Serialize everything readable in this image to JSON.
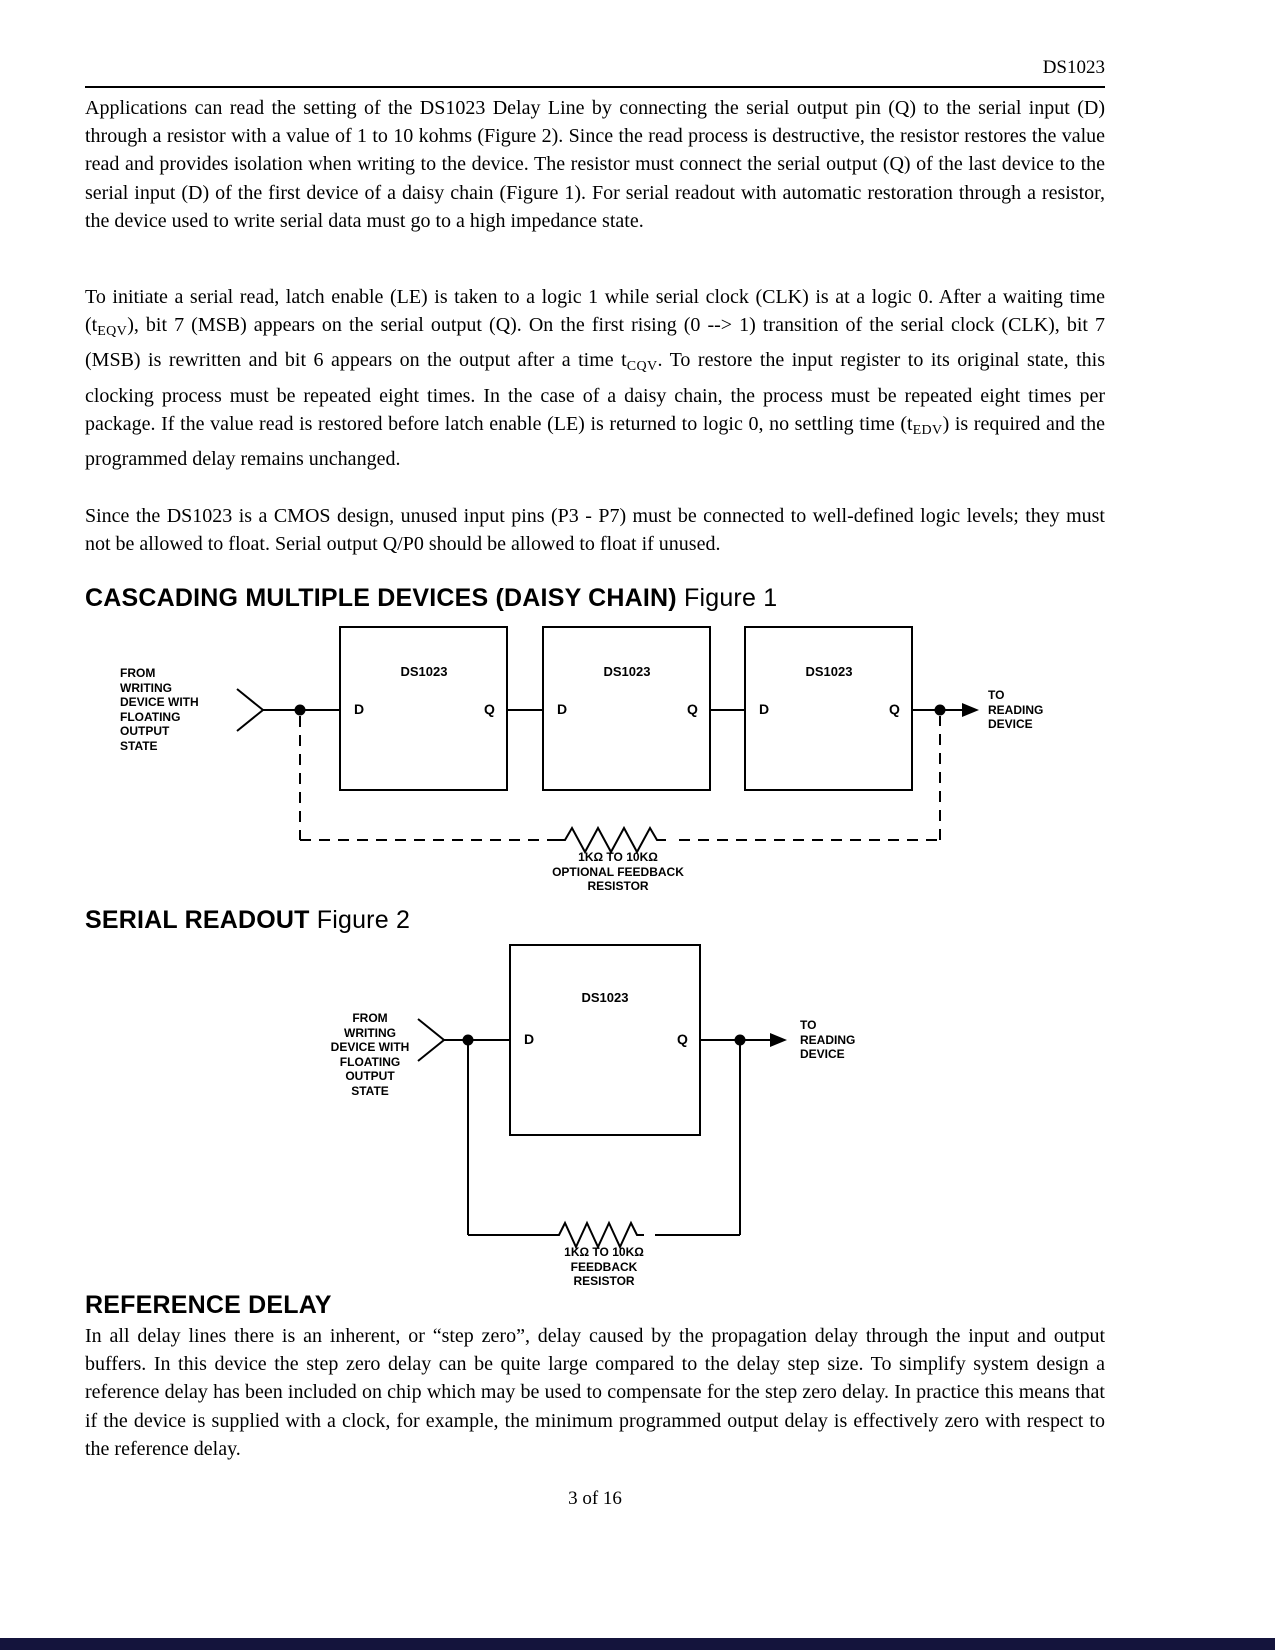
{
  "header": {
    "doc_id": "DS1023"
  },
  "paragraphs": {
    "p1": "Applications can read the setting of the DS1023 Delay Line by connecting the serial output pin (Q) to the serial input (D) through a resistor with a value of 1 to 10 kohms (Figure 2). Since the read process is destructive, the resistor restores the value read and provides isolation when writing to the device. The resistor must connect the serial output (Q) of the last device to the serial input (D) of the first device of a daisy chain (Figure 1). For serial readout with automatic restoration through a resistor, the device used to write serial data must go to a high impedance state.",
    "p2": [
      "To initiate a serial read, latch enable (LE) is taken to a logic 1 while serial clock (CLK) is at a logic 0. After a waiting time (t",
      "EQV",
      "), bit 7 (MSB) appears on the serial output (Q). On the first rising (0 --> 1) transition of the serial clock (CLK), bit 7 (MSB) is rewritten and bit 6 appears on the output after a time t",
      "CQV",
      ". To restore the input register to its original state, this clocking process must be repeated eight times. In the case of a daisy chain, the process must be repeated eight times per package. If the value read is restored before latch enable (LE) is returned to logic 0, no settling time (t",
      "EDV",
      ") is required and the programmed delay remains unchanged."
    ],
    "p3": "Since the DS1023 is a CMOS design, unused input pins (P3 - P7) must be connected to well-defined logic levels; they must not be allowed to float. Serial output Q/P0 should be allowed to float if unused."
  },
  "figure1": {
    "heading": "CASCADING MULTIPLE DEVICES (DAISY CHAIN)",
    "figure_ref": "Figure 1",
    "chip": "DS1023",
    "pin_d": "D",
    "pin_q": "Q",
    "from_label": "FROM\nWRITING\nDEVICE WITH\nFLOATING\nOUTPUT\nSTATE",
    "to_label": "TO\nREADING\nDEVICE",
    "resistor_label": "1KΩ TO 10KΩ\nOPTIONAL FEEDBACK\nRESISTOR"
  },
  "figure2": {
    "heading": "SERIAL READOUT",
    "figure_ref": "Figure 2",
    "chip": "DS1023",
    "pin_d": "D",
    "pin_q": "Q",
    "from_label": "FROM\nWRITING\nDEVICE WITH\nFLOATING\nOUTPUT\nSTATE",
    "to_label": "TO\nREADING\nDEVICE",
    "resistor_label": "1KΩ TO 10KΩ\nFEEDBACK\nRESISTOR"
  },
  "reference_delay": {
    "heading": "REFERENCE DELAY",
    "body": "In all delay lines there is an inherent, or “step zero”, delay caused by the propagation delay through the input and output buffers. In this device the step zero delay can be quite large compared to the delay step size. To simplify system design a reference delay has been included on chip which may be used to compensate for the step zero delay. In practice this means that if the device is supplied with a clock, for example, the minimum programmed output delay is effectively zero with respect to the reference delay."
  },
  "footer": {
    "page_number": "3 of 16"
  }
}
